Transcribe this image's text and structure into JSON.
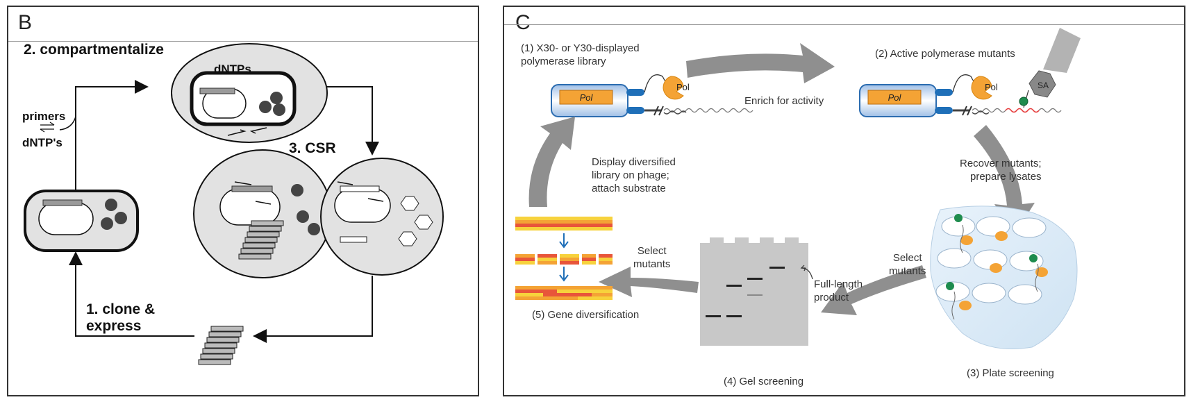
{
  "panel_b": {
    "letter": "B",
    "step2": "2. compartmentalize",
    "dntps": "dNTPs",
    "primers": "primers",
    "dntps_left": "dNTP's",
    "step3": "3. CSR",
    "step1_line1": "1. clone &",
    "step1_line2": "express"
  },
  "panel_c": {
    "letter": "C",
    "stage1_line1": "(1) X30- or Y30-displayed",
    "stage1_line2": "polymerase library",
    "stage2": "(2) Active polymerase mutants",
    "pol_label": "Pol",
    "enrich": "Enrich for activity",
    "sa": "SA",
    "recover_line1": "Recover mutants;",
    "recover_line2": "prepare lysates",
    "display_line1": "Display diversified",
    "display_line2": "library on phage;",
    "display_line3": "attach substrate",
    "select1_line1": "Select",
    "select1_line2": "mutants",
    "select2_line1": "Select",
    "select2_line2": "mutants",
    "fulllength_line1": "Full-length",
    "fulllength_line2": "product",
    "stage3": "(3) Plate screening",
    "stage4": "(4) Gel screening",
    "stage5": "(5) Gene diversification"
  },
  "colors": {
    "cell_fill": "#e2e2e2",
    "arrow_gray": "#8f8f8f",
    "orange": "#f4a335",
    "blue": "#1f6fb8",
    "phage_light": "#cfe0f5",
    "gel": "#c8c8c8",
    "bar_red": "#e8553a",
    "bar_yellow": "#f7d23c"
  }
}
